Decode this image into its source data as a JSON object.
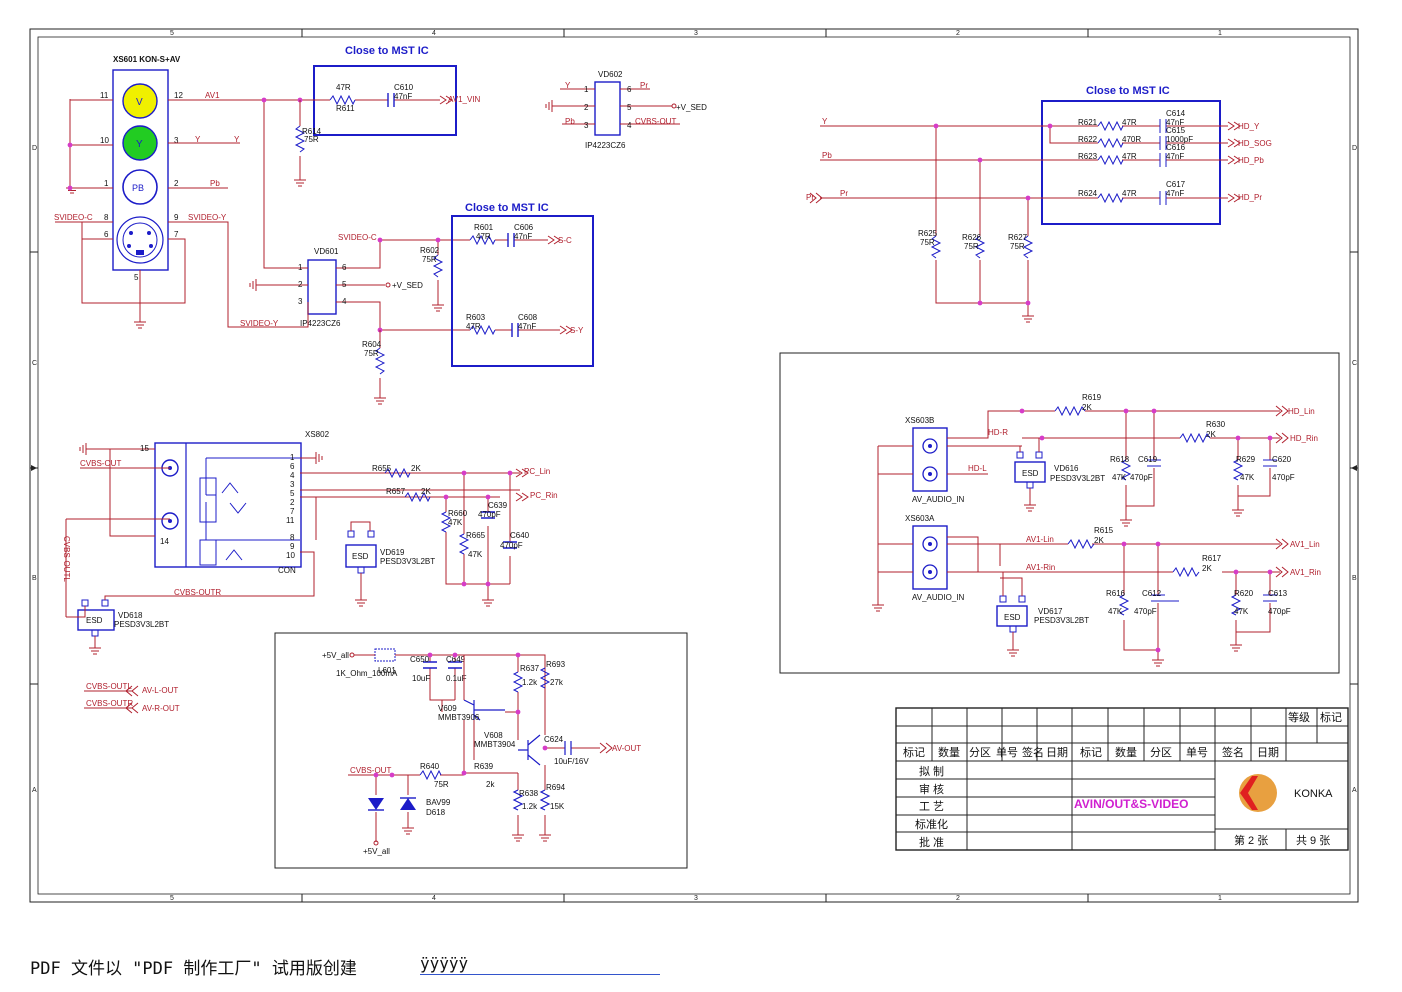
{
  "zones_top": [
    "5",
    "4",
    "3",
    "2",
    "1"
  ],
  "zones_side": [
    "D",
    "C",
    "B",
    "A"
  ],
  "colors": {
    "wire": "#b0202e",
    "part": "#1c1cc8",
    "frame": "#222222",
    "node": "#d63cc8",
    "text": "#1c1cc8",
    "net": "#b0202e"
  },
  "blocks": {
    "xs601": {
      "ref": "XS601 KON-S+AV",
      "v": "V",
      "y": "Y",
      "pb": "PB",
      "pins": [
        "11",
        "12",
        "10",
        "3",
        "1",
        "2",
        "8",
        "9",
        "6",
        "7",
        "5"
      ],
      "nets": {
        "av1": "AV1",
        "y": "Y",
        "y2": "Y",
        "pb": "Pb",
        "svc": "SVIDEO-C",
        "svy": "SVIDEO-Y",
        "svy2": "SVIDEO-Y"
      }
    },
    "close1": {
      "title": "Close to MST IC",
      "r": "47R",
      "rref": "R611",
      "cref": "C610",
      "cval": "47nF",
      "out": "AV1_VIN",
      "r614": "R614",
      "r614v": "75R"
    },
    "vd602": {
      "ref": "VD602",
      "part": "IP4223CZ6",
      "pins": [
        "1",
        "2",
        "3",
        "6",
        "5",
        "4"
      ],
      "y": "Y",
      "pr": "Pr",
      "pb": "Pb",
      "vsed": "+V_SED",
      "cvbs": "CVBS-OUT"
    },
    "vd601": {
      "ref": "VD601",
      "part": "IP4223CZ6",
      "pins": [
        "1",
        "2",
        "3",
        "6",
        "5",
        "4"
      ],
      "svc": "SVIDEO-C",
      "vsed": "+V_SED"
    },
    "close2": {
      "title": "Close to MST IC",
      "r601": "R601",
      "r601v": "47R",
      "c606": "C606",
      "c606v": "47nF",
      "sc": "S-C",
      "r602": "R602",
      "r602v": "75R",
      "r603": "R603",
      "r603v": "47R",
      "c608": "C608",
      "c608v": "47nF",
      "sy": "S-Y",
      "r604": "R604",
      "r604v": "75R"
    },
    "hd": {
      "title": "Close to MST IC",
      "y": "Y",
      "pb": "Pb",
      "pr": "Pr",
      "prin": "Pr",
      "rows": [
        {
          "r": "R621",
          "rv": "47R",
          "c": "C614",
          "cv": "47nF",
          "out": "HD_Y"
        },
        {
          "r": "R622",
          "rv": "470R",
          "c": "C615",
          "cv": "1000pF",
          "out": "HD_SOG"
        },
        {
          "r": "R623",
          "rv": "47R",
          "c": "C616",
          "cv": "47nF",
          "out": "HD_Pb"
        },
        {
          "r": "R624",
          "rv": "47R",
          "c": "C617",
          "cv": "47nF",
          "out": "HD_Pr"
        }
      ],
      "shunts": [
        {
          "r": "R625",
          "v": "75R"
        },
        {
          "r": "R626",
          "v": "75R"
        },
        {
          "r": "R627",
          "v": "75R"
        }
      ]
    },
    "xs802": {
      "ref": "XS802",
      "con": "CON",
      "pin15": "15",
      "pin14": "14",
      "cvbs": "CVBS-OUT",
      "cvbsl": "CVBS-OUTL",
      "cvbsr": "CVBS-OUTR",
      "pins": [
        "1",
        "6",
        "4",
        "3",
        "5",
        "2",
        "7",
        "11",
        "8",
        "9",
        "10"
      ],
      "r655": "R655",
      "r655v": "2K",
      "r657": "R657",
      "r657v": "2K",
      "pclin": "PC_Lin",
      "pcrin": "PC_Rin",
      "r660": "R660",
      "r660v": "47K",
      "r665": "R665",
      "r665v": "47K",
      "c639": "C639",
      "c639v": "470pF",
      "c640": "C640",
      "c640v": "470pF",
      "vd619": "VD619",
      "vd618": "VD618",
      "pesd": "PESD3V3L2BT",
      "esd": "ESD"
    },
    "avout": {
      "l_in": "CVBS-OUTL",
      "l_out": "AV-L-OUT",
      "r_in": "CVBS-OUTR",
      "r_out": "AV-R-OUT"
    },
    "video_buf": {
      "p5v": "+5V_all",
      "l601": "L601",
      "l601v": "1K_Ohm_100mA",
      "c650": "C650",
      "c650v": "10uF",
      "c649": "C649",
      "c649v": "0.1uF",
      "v609": "V609",
      "v609p": "MMBT3906",
      "v608": "V608",
      "v608p": "MMBT3904",
      "r637": "R637",
      "r637v": "1.2k",
      "r693": "R693",
      "r693v": "27k",
      "c624": "C624",
      "c624v": "10uF/16V",
      "avout": "AV-OUT",
      "cvbs": "CVBS-OUT",
      "r640": "R640",
      "r640v": "75R",
      "r639": "R639",
      "r639v": "2k",
      "r638": "R638",
      "r638v": "1.2k",
      "r694": "R694",
      "r694v": "15K",
      "d618": "D618",
      "d618p": "BAV99",
      "p5v2": "+5V_all"
    },
    "audio": {
      "xs603b": "XS603B",
      "xs603a": "XS603A",
      "avin": "AV_AUDIO_IN",
      "hdr": "HD-R",
      "hdl": "HD-L",
      "hdlin": "HD_Lin",
      "hdrin": "HD_Rin",
      "av1lin": "AV1-Lin",
      "av1rin": "AV1-Rin",
      "av1lin2": "AV1_Lin",
      "av1rin2": "AV1_Rin",
      "r619": "R619",
      "r619v": "2K",
      "r630": "R630",
      "r630v": "2K",
      "r618": "R618",
      "r618v": "47K",
      "c619": "C619",
      "c619v": "470pF",
      "r629": "R629",
      "r629v": "47K",
      "c620": "C620",
      "c620v": "470pF",
      "vd616": "VD616",
      "vd617": "VD617",
      "pesd": "PESD3V3L2BT",
      "esd": "ESD",
      "r615": "R615",
      "r615v": "2K",
      "r617": "R617",
      "r617v": "2K",
      "r616": "R616",
      "r616v": "47K",
      "c612": "C612",
      "c612v": "470pF",
      "r620": "R620",
      "r620v": "47K",
      "c613": "C613",
      "c613v": "470pF"
    }
  },
  "title_block": {
    "grade": "等级",
    "mark": "标记",
    "cols": [
      "标记",
      "数量",
      "分区",
      "单号",
      "签名",
      "日期",
      "标记",
      "数量",
      "分区",
      "单号",
      "签名",
      "日期"
    ],
    "rows": [
      "拟 制",
      "审 核",
      "工 艺",
      "标准化",
      "批 准"
    ],
    "title": "AVIN/OUT&S-VIDEO",
    "logo": "KONKA",
    "sheet": "第 2 张",
    "total": "共 9 张"
  },
  "footer": {
    "text": "PDF 文件以 \"PDF 制作工厂\" 试用版创建",
    "sig": "ÿÿÿÿÿ"
  }
}
